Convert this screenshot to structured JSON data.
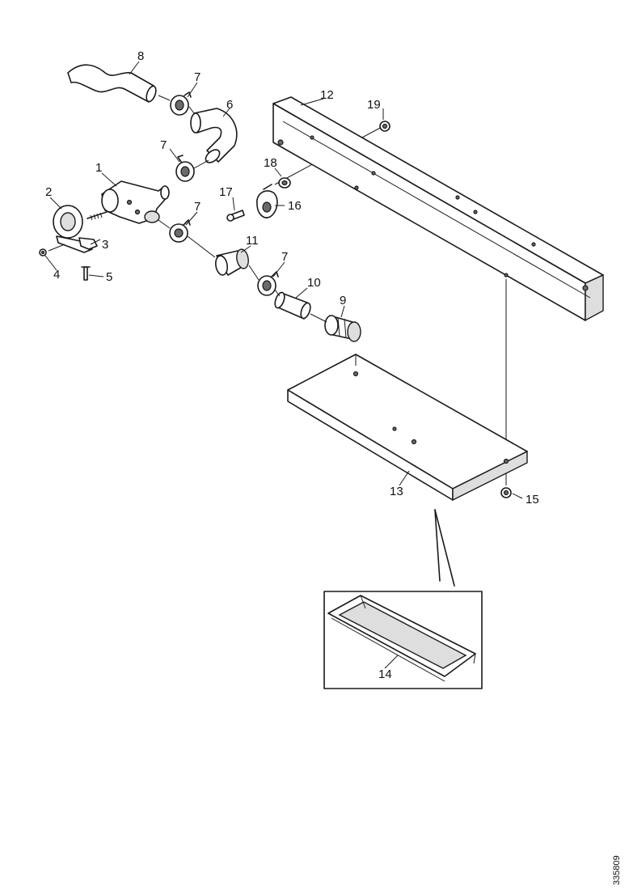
{
  "callouts": {
    "c1": "1",
    "c2": "2",
    "c3": "3",
    "c4": "4",
    "c5": "5",
    "c6": "6",
    "c7a": "7",
    "c7b": "7",
    "c7c": "7",
    "c7d": "7",
    "c8": "8",
    "c9": "9",
    "c10": "10",
    "c11": "11",
    "c12": "12",
    "c13": "13",
    "c14": "14",
    "c15": "15",
    "c16": "16",
    "c17": "17",
    "c18": "18",
    "c19": "19"
  },
  "reference_code": "335809"
}
